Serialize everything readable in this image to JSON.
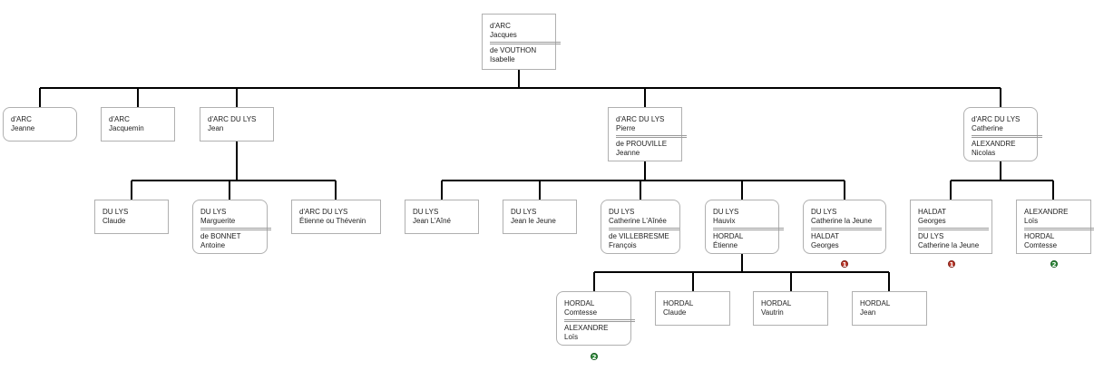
{
  "people": {
    "jacques": {
      "name": "d'ARC",
      "first": "Jacques",
      "spouse_name": "de VOUTHON",
      "spouse_first": "Isabelle"
    },
    "jeanne": {
      "name": "d'ARC",
      "first": "Jeanne"
    },
    "jacquemin": {
      "name": "d'ARC",
      "first": "Jacquemin"
    },
    "jean": {
      "name": "d'ARC DU LYS",
      "first": "Jean"
    },
    "pierre": {
      "name": "d'ARC DU LYS",
      "first": "Pierre",
      "spouse_name": "de PROUVILLE",
      "spouse_first": "Jeanne"
    },
    "catherine": {
      "name": "d'ARC DU LYS",
      "first": "Catherine",
      "spouse_name": "ALEXANDRE",
      "spouse_first": "Nicolas"
    },
    "claude": {
      "name": "DU LYS",
      "first": "Claude"
    },
    "marguerite": {
      "name": "DU LYS",
      "first": "Marguerite",
      "spouse_name": "de BONNET",
      "spouse_first": "Antoine"
    },
    "etienne_thevenin": {
      "name": "d'ARC DU LYS",
      "first": "Étienne ou Thévenin"
    },
    "jean_aine": {
      "name": "DU LYS",
      "first": "Jean L'Aîné"
    },
    "jean_jeune": {
      "name": "DU LYS",
      "first": "Jean le Jeune"
    },
    "catherine_ainee": {
      "name": "DU LYS",
      "first": "Catherine L'Aînée",
      "spouse_name": "de VILLEBRESME",
      "spouse_first": "François"
    },
    "hauvix": {
      "name": "DU LYS",
      "first": "Hauvix",
      "spouse_name": "HORDAL",
      "spouse_first": "Étienne"
    },
    "catherine_jeune": {
      "name": "DU LYS",
      "first": "Catherine la Jeune",
      "spouse_name": "HALDAT",
      "spouse_first": "Georges"
    },
    "haldat_georges": {
      "name": "HALDAT",
      "first": "Georges",
      "spouse_name": "DU LYS",
      "spouse_first": "Catherine la Jeune"
    },
    "alexandre_lois": {
      "name": "ALEXANDRE",
      "first": "Loïs",
      "spouse_name": "HORDAL",
      "spouse_first": "Comtesse"
    },
    "hordal_comtesse": {
      "name": "HORDAL",
      "first": "Comtesse",
      "spouse_name": "ALEXANDRE",
      "spouse_first": "Loïs"
    },
    "hordal_claude": {
      "name": "HORDAL",
      "first": "Claude"
    },
    "hordal_vautrin": {
      "name": "HORDAL",
      "first": "Vautrin"
    },
    "hordal_jean": {
      "name": "HORDAL",
      "first": "Jean"
    }
  },
  "markers": [
    {
      "id": "marker-1-catherine-jeune",
      "label": "1",
      "color": "#c0392b"
    },
    {
      "id": "marker-1-haldat",
      "label": "1",
      "color": "#c0392b"
    },
    {
      "id": "marker-2-alexandre",
      "label": "2",
      "color": "#2e8b3a"
    },
    {
      "id": "marker-2-hordal",
      "label": "2",
      "color": "#2e8b3a"
    }
  ]
}
